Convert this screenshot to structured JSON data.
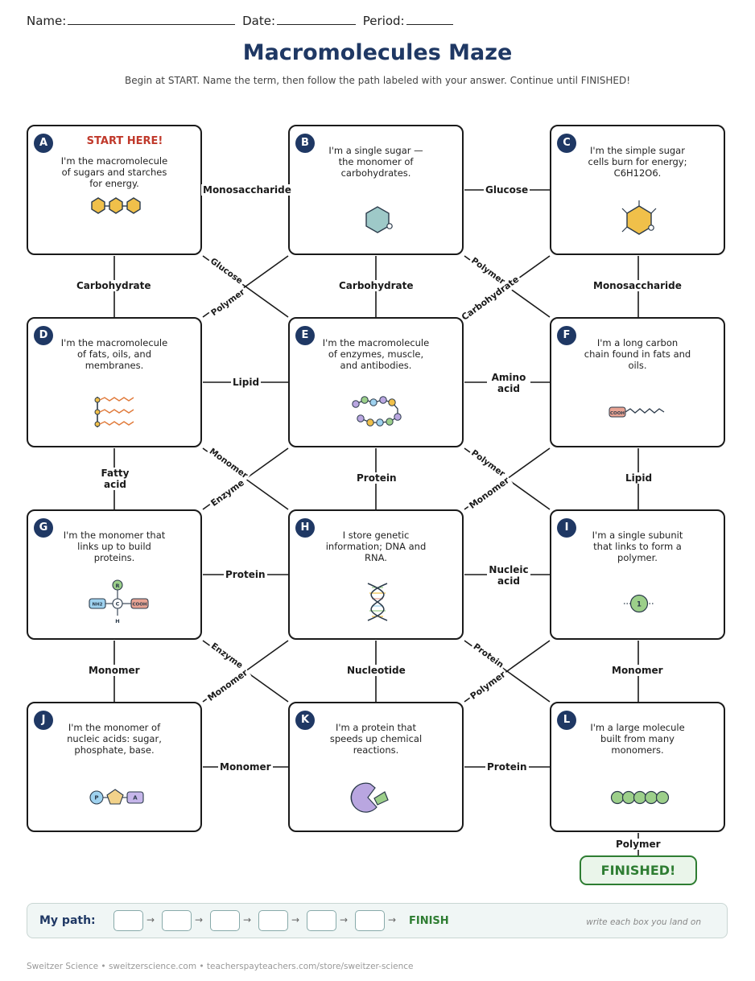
{
  "header": {
    "name_label": "Name:",
    "date_label": "Date:",
    "period_label": "Period:"
  },
  "title": "Macromolecules Maze",
  "instructions": "Begin at START. Name the term, then follow the path labeled with your answer. Continue until FINISHED!",
  "boxes": [
    {
      "letter": "A",
      "start_text": "START HERE!",
      "clue": "I'm the macromolecule of sugars and starches for energy.",
      "icon": "starch-chain-icon"
    },
    {
      "letter": "B",
      "clue": "I'm a single sugar — the monomer of carbohydrates.",
      "icon": "monosaccharide-ring-icon"
    },
    {
      "letter": "C",
      "clue": "I'm the simple sugar cells burn for energy; C6H12O6.",
      "icon": "glucose-ring-icon"
    },
    {
      "letter": "D",
      "clue": "I'm the macromolecule of fats, oils, and membranes.",
      "icon": "lipid-icon"
    },
    {
      "letter": "E",
      "clue": "I'm the macromolecule of enzymes, muscle, and antibodies.",
      "icon": "protein-chain-icon"
    },
    {
      "letter": "F",
      "clue": "I'm a long carbon chain found in fats and oils.",
      "icon": "fatty-acid-icon",
      "icon_text": "COOH"
    },
    {
      "letter": "G",
      "clue": "I'm the monomer that links up to build proteins.",
      "icon": "amino-acid-icon",
      "icon_labels": [
        "R",
        "NH2",
        "C",
        "COOH",
        "H"
      ]
    },
    {
      "letter": "H",
      "clue": "I store genetic information; DNA and RNA.",
      "icon": "dna-helix-icon"
    },
    {
      "letter": "I",
      "clue": "I'm a single subunit that links to form a polymer.",
      "icon": "monomer-bead-icon",
      "icon_text": "1"
    },
    {
      "letter": "J",
      "clue": "I'm the monomer of nucleic acids: sugar, phosphate, base.",
      "icon": "nucleotide-icon",
      "icon_labels": [
        "P",
        "A"
      ]
    },
    {
      "letter": "K",
      "clue": "I'm a protein that speeds up chemical reactions.",
      "icon": "enzyme-icon"
    },
    {
      "letter": "L",
      "clue": "I'm a large molecule built from many monomers.",
      "icon": "polymer-chain-icon"
    }
  ],
  "path_labels": {
    "A_B": "Monosaccharide",
    "B_C": "Glucose",
    "A_D": "Carbohydrate",
    "B_E": "Carbohydrate",
    "C_F": "Monosaccharide",
    "A_E": "Glucose",
    "D_B": "Polymer",
    "B_F": "Polymer",
    "E_C": "Carbohydrate",
    "D_E": "Lipid",
    "E_F": "Amino acid",
    "D_G": "Fatty acid",
    "E_H": "Protein",
    "F_I": "Lipid",
    "D_H": "Monomer",
    "G_E": "Enzyme",
    "E_I": "Polymer",
    "H_F": "Monomer",
    "G_H": "Protein",
    "H_I": "Nucleic acid",
    "G_J": "Monomer",
    "H_K": "Nucleotide",
    "I_L": "Monomer",
    "G_K": "Enzyme",
    "J_H": "Monomer",
    "H_L": "Protein",
    "K_I": "Polymer",
    "J_K": "Monomer",
    "K_L": "Protein",
    "L_finish": "Polymer"
  },
  "finish": "FINISHED!",
  "path_bar": {
    "label": "My path:",
    "slots": 6,
    "finish": "FINISH",
    "note": "write each box you land on"
  },
  "footer": "Sweitzer Science • sweitzerscience.com • teacherspayteachers.com/store/sweitzer-science",
  "colors": {
    "title": "#1f3864",
    "start": "#c0392b",
    "finish": "#2e7d32",
    "badge": "#1f3864"
  }
}
